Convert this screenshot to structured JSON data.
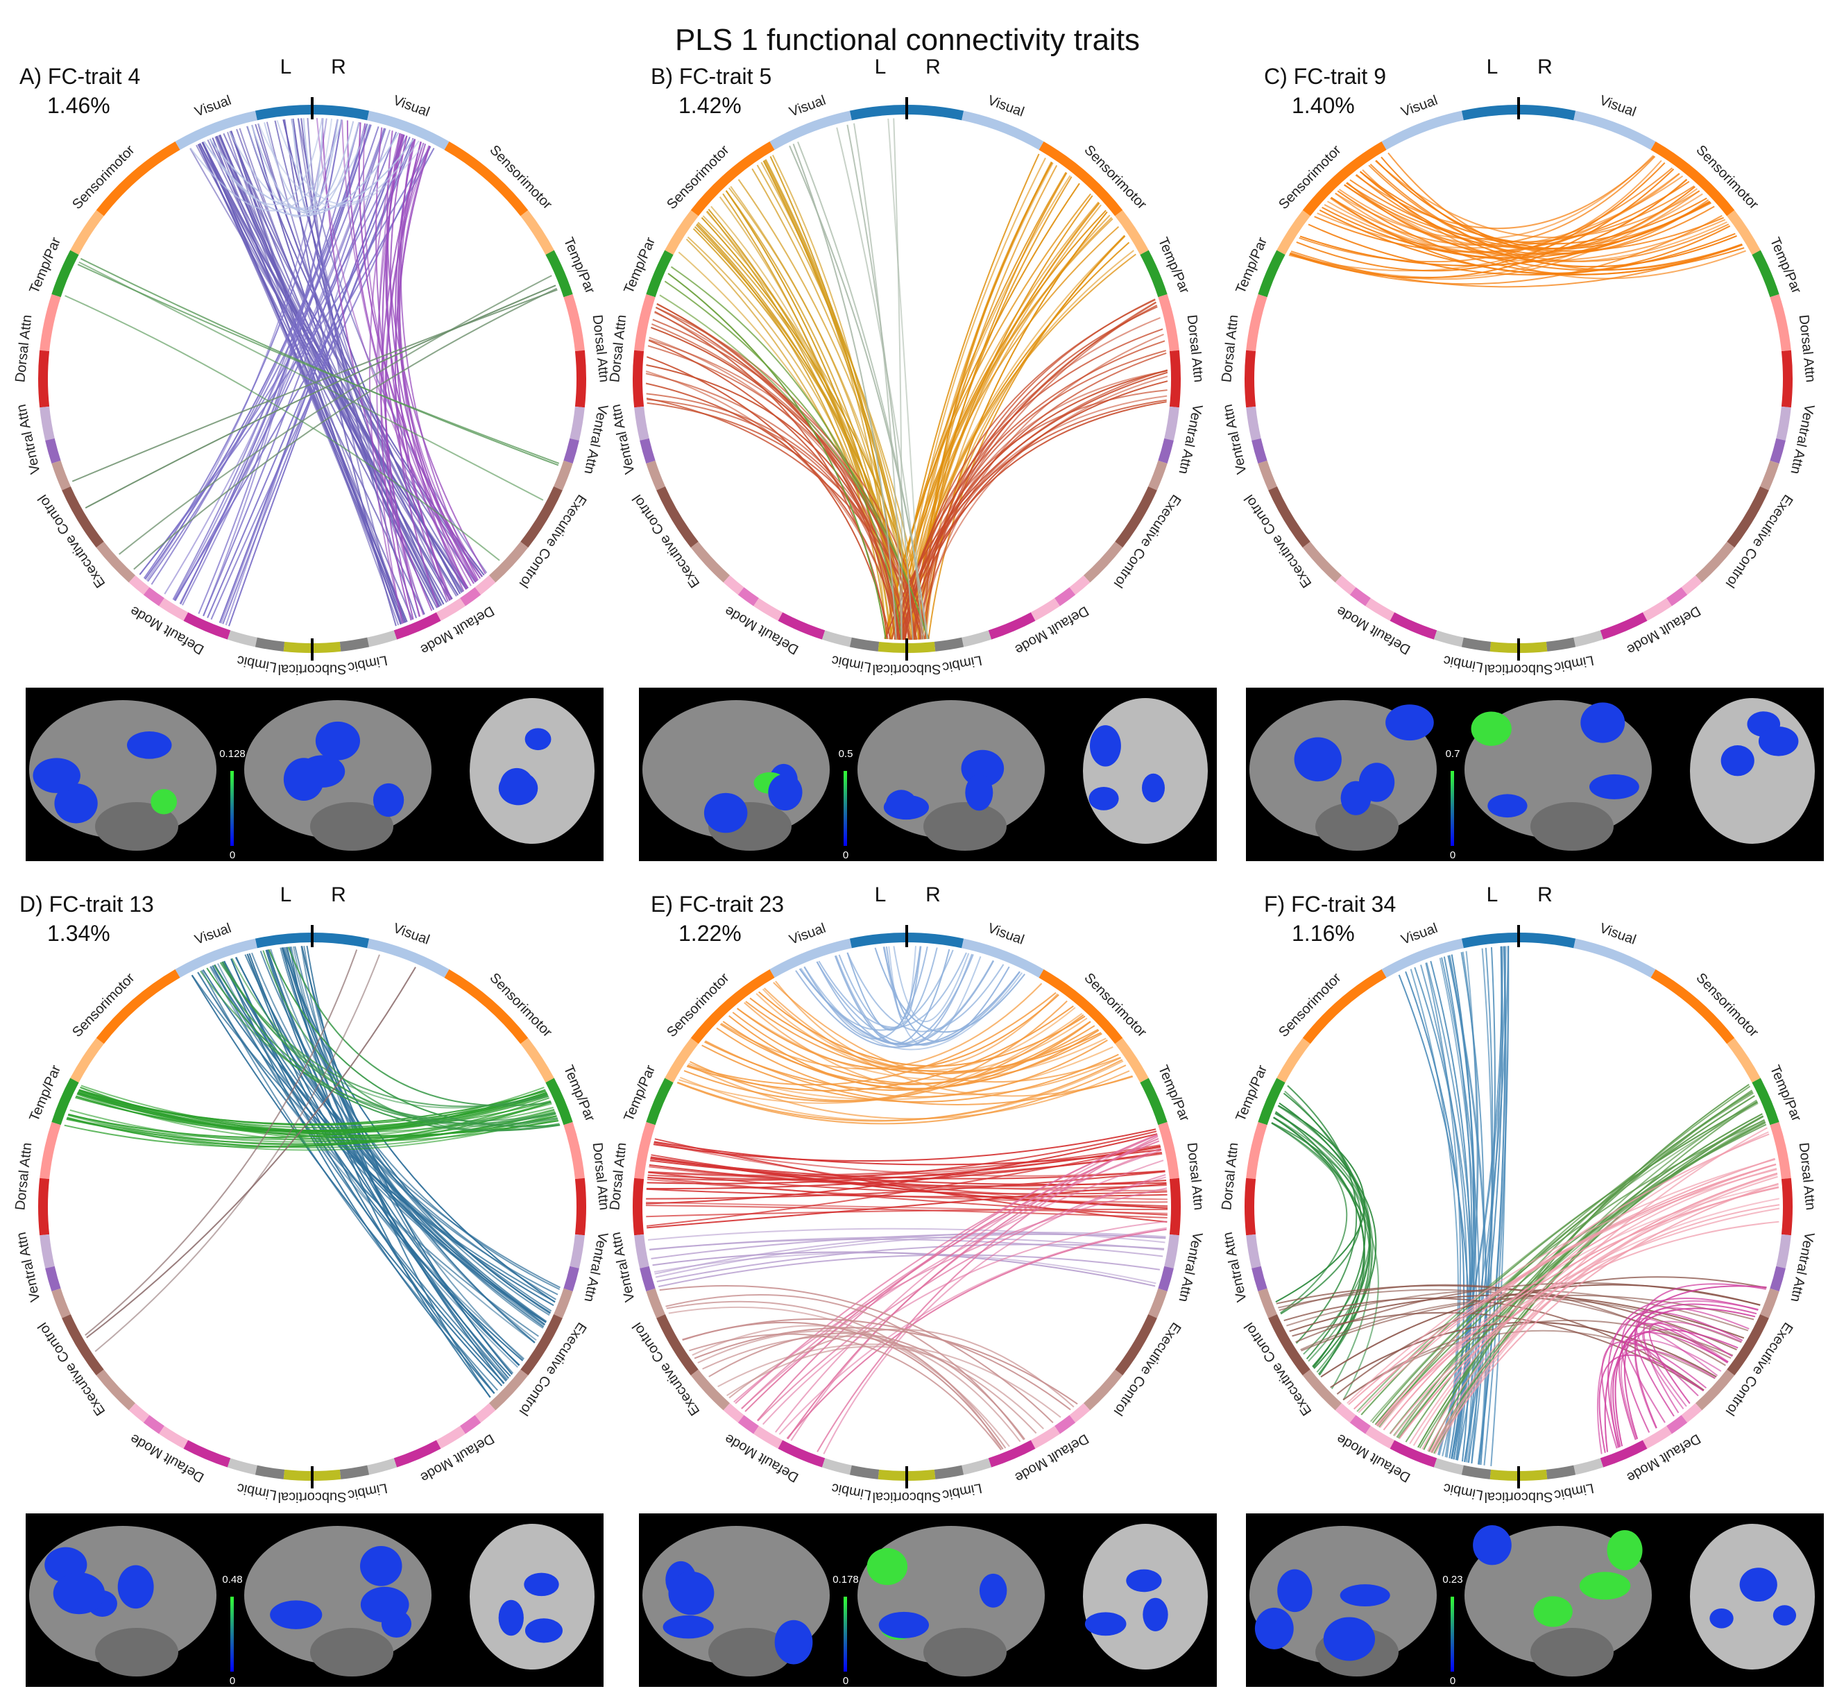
{
  "title": "PLS 1 functional connectivity traits",
  "hemisphere_labels": {
    "left": "L",
    "right": "R"
  },
  "network_colors": {
    "Visual": [
      "#1f77b4",
      "#aec7e8"
    ],
    "Sensorimotor": [
      "#ff7f0e",
      "#ffbb78"
    ],
    "Temp/Par": [
      "#2ca02c",
      "#2ca02c"
    ],
    "Dorsal Attn": [
      "#ff9896",
      "#d62728"
    ],
    "Ventral Attn": [
      "#c5b0d5",
      "#9467bd"
    ],
    "Executive Control": [
      "#c49c94",
      "#8c564b"
    ],
    "Default Mode": [
      "#f7b6d2",
      "#e377c2",
      "#c72e9b"
    ],
    "Limbic": [
      "#c7c7c7",
      "#7f7f7f"
    ],
    "Subcortical": [
      "#bcbd22"
    ]
  },
  "network_labels": [
    "Visual",
    "Sensorimotor",
    "Temp/Par",
    "Dorsal Attn",
    "Ventral Attn",
    "Executive Control",
    "Default Mode",
    "Limbic",
    "Subcortical"
  ],
  "panels": [
    {
      "label": "A) FC-trait 4",
      "variance": "1.46%",
      "colorbar_max": "0.128",
      "colorbar_min": "0",
      "third_view": "sagittal",
      "connections": [
        {
          "from": "Visual-L",
          "to": "Default Mode-R",
          "count": 45,
          "color": "#6a5fb8"
        },
        {
          "from": "Visual-R",
          "to": "Default Mode-L",
          "count": 25,
          "color": "#7b6fc8"
        },
        {
          "from": "Visual-R",
          "to": "Default Mode-R",
          "count": 25,
          "color": "#9b4fbf"
        },
        {
          "from": "Temp/Par-L",
          "to": "Executive Control-R",
          "count": 4,
          "color": "#5a9a5a"
        },
        {
          "from": "Temp/Par-R",
          "to": "Executive Control-L",
          "count": 4,
          "color": "#6b8f6b"
        },
        {
          "from": "Visual-L",
          "to": "Visual-R",
          "count": 12,
          "color": "#b8c4e6"
        }
      ]
    },
    {
      "label": "B) FC-trait 5",
      "variance": "1.42%",
      "colorbar_max": "0.5",
      "colorbar_min": "0",
      "third_view": "axial",
      "connections": [
        {
          "from": "Sensorimotor-L",
          "to": "Subcortical",
          "count": 30,
          "color": "#d29a1a"
        },
        {
          "from": "Sensorimotor-R",
          "to": "Subcortical",
          "count": 30,
          "color": "#e0900e"
        },
        {
          "from": "Dorsal Attn-L",
          "to": "Subcortical",
          "count": 22,
          "color": "#c85030"
        },
        {
          "from": "Dorsal Attn-R",
          "to": "Subcortical",
          "count": 22,
          "color": "#c84a2a"
        },
        {
          "from": "Temp/Par-L",
          "to": "Subcortical",
          "count": 4,
          "color": "#6aa03a"
        },
        {
          "from": "Visual-L",
          "to": "Subcortical",
          "count": 8,
          "color": "#a8b8a8"
        }
      ]
    },
    {
      "label": "C) FC-trait 9",
      "variance": "1.40%",
      "colorbar_max": "0.7",
      "colorbar_min": "0",
      "third_view": "coronal",
      "connections": [
        {
          "from": "Sensorimotor-L",
          "to": "Sensorimotor-R",
          "count": 40,
          "color": "#f57f0e"
        }
      ]
    },
    {
      "label": "D) FC-trait 13",
      "variance": "1.34%",
      "colorbar_max": "0.48",
      "colorbar_min": "0",
      "third_view": "posterior",
      "connections": [
        {
          "from": "Visual-L",
          "to": "Executive Control-R",
          "count": 45,
          "color": "#2f6f9a"
        },
        {
          "from": "Temp/Par-L",
          "to": "Temp/Par-R",
          "count": 25,
          "color": "#2ca02c"
        },
        {
          "from": "Temp/Par-R",
          "to": "Visual-L",
          "count": 10,
          "color": "#3a9a4a"
        },
        {
          "from": "Executive Control-L",
          "to": "Visual-R",
          "count": 3,
          "color": "#8a6a6a"
        }
      ]
    },
    {
      "label": "E) FC-trait 23",
      "variance": "1.22%",
      "colorbar_max": "0.178",
      "colorbar_min": "0",
      "third_view": "axial",
      "connections": [
        {
          "from": "Visual-L",
          "to": "Visual-R",
          "count": 20,
          "color": "#8fb0dc"
        },
        {
          "from": "Sensorimotor-L",
          "to": "Sensorimotor-R",
          "count": 30,
          "color": "#f59a3e"
        },
        {
          "from": "Dorsal Attn-L",
          "to": "Dorsal Attn-R",
          "count": 30,
          "color": "#d43030"
        },
        {
          "from": "Ventral Attn-L",
          "to": "Ventral Attn-R",
          "count": 10,
          "color": "#b8a0d0"
        },
        {
          "from": "Default Mode-L",
          "to": "Dorsal Attn-R",
          "count": 15,
          "color": "#e070a0"
        },
        {
          "from": "Executive Control-L",
          "to": "Default Mode-R",
          "count": 15,
          "color": "#c89090"
        }
      ]
    },
    {
      "label": "F) FC-trait 34",
      "variance": "1.16%",
      "colorbar_max": "0.23",
      "colorbar_min": "0",
      "third_view": "axial",
      "connections": [
        {
          "from": "Visual-L",
          "to": "Limbic-L",
          "count": 30,
          "color": "#4a8ab8"
        },
        {
          "from": "Temp/Par-L",
          "to": "Executive Control-L",
          "count": 15,
          "color": "#2c8a3c"
        },
        {
          "from": "Temp/Par-R",
          "to": "Default Mode-L",
          "count": 20,
          "color": "#5a9a4a"
        },
        {
          "from": "Executive Control-L",
          "to": "Executive Control-R",
          "count": 15,
          "color": "#8c564b"
        },
        {
          "from": "Dorsal Attn-R",
          "to": "Default Mode-L",
          "count": 20,
          "color": "#f09aaa"
        },
        {
          "from": "Default Mode-R",
          "to": "Executive Control-R",
          "count": 20,
          "color": "#d040a0"
        }
      ]
    }
  ]
}
